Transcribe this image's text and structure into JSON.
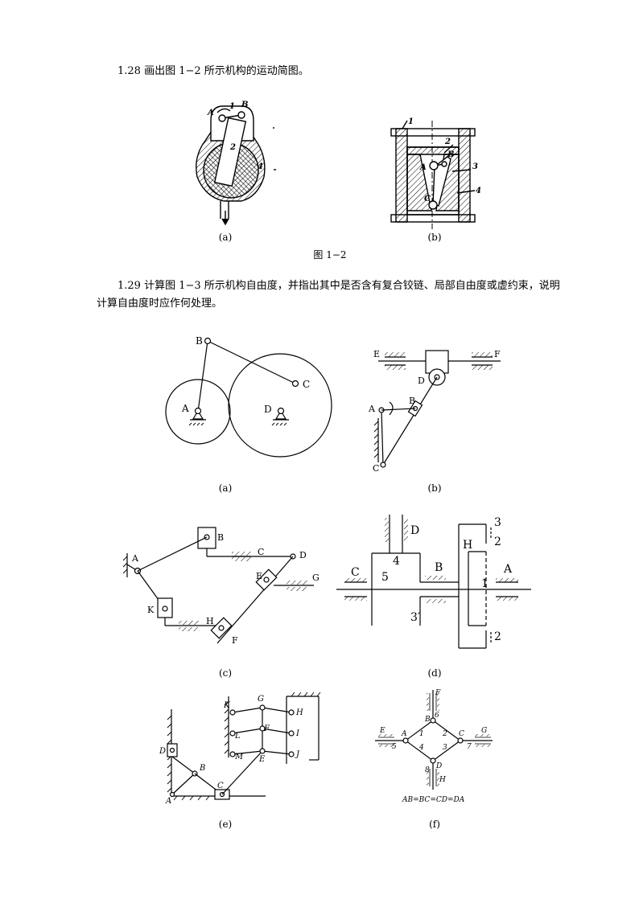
{
  "problem_128": {
    "text": "1.28 画出图 1−2 所示机构的运动简图。"
  },
  "fig_1_2": {
    "caption": "图 1−2",
    "a": {
      "label": "(a)",
      "A": "A",
      "n1": "1",
      "B": "B",
      "n2": "2",
      "n4": "4"
    },
    "b": {
      "label": "(b)",
      "n1": "1",
      "n2": "2",
      "A": "A",
      "B": "B",
      "n3": "3",
      "n4": "4",
      "C": "C"
    }
  },
  "problem_129": {
    "text": "1.29 计算图 1−3 所示机构自由度，并指出其中是否含有复合铰链、局部自由度或虚约束，说明计算自由度时应作何处理。"
  },
  "fig_1_3": {
    "a": {
      "label": "(a)",
      "B": "B",
      "C": "C",
      "A": "A",
      "D": "D"
    },
    "b": {
      "label": "(b)",
      "E": "E",
      "F": "F",
      "D": "D",
      "A": "A",
      "B": "B",
      "C": "C"
    },
    "c": {
      "label": "(c)",
      "A": "A",
      "B": "B",
      "C": "C",
      "D": "D",
      "E": "E",
      "G": "G",
      "K": "K",
      "H": "H",
      "F": "F"
    },
    "d": {
      "label": "(d)",
      "D": "D",
      "n3": "3",
      "n2top": "2",
      "H": "H",
      "n4": "4",
      "B": "B",
      "C": "C",
      "n5": "5",
      "n1": "1",
      "A": "A",
      "n3p": "3′",
      "n2bot": "2"
    },
    "e": {
      "label": "(e)",
      "K": "K",
      "G": "G",
      "H": "H",
      "L": "L",
      "F": "F",
      "I": "I",
      "M": "M",
      "E": "E",
      "J": "J",
      "D": "D",
      "B": "B",
      "C": "C",
      "A": "A"
    },
    "f": {
      "label": "(f)",
      "F": "F",
      "n6": "6",
      "B": "B",
      "E": "E",
      "A": "A",
      "n1": "1",
      "n2": "2",
      "C": "C",
      "G": "G",
      "n5": "5",
      "n4": "4",
      "n3": "3",
      "n7": "7",
      "D": "D",
      "n8": "8",
      "H": "H",
      "note": "AB=BC=CD=DA"
    }
  }
}
